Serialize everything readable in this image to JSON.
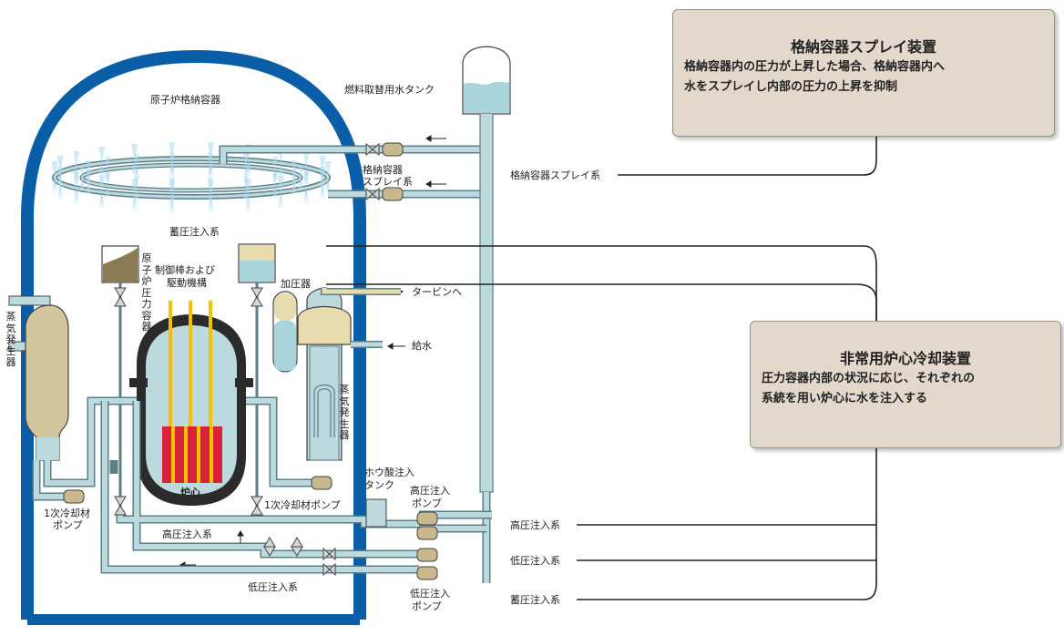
{
  "boxes": {
    "spray": {
      "title": "格納容器スプレイ装置",
      "line1": "格納容器内の圧力が上昇した場合、格納容器内へ",
      "line2": "水をスプレイし内部の圧力の上昇を抑制"
    },
    "eccs": {
      "title": "非常用炉心冷却装置",
      "line1": "圧力容器内部の状況に応じ、それぞれの",
      "line2": "系統を用い炉心に水を注入する"
    }
  },
  "labels": {
    "containment": "原子炉格納容器",
    "fuel_tank": "燃料取替用水タンク",
    "spray_line1": "格納容器",
    "spray_line2": "スプレイ系",
    "accumulator": "蓄圧注入系",
    "pressure_vessel": "原子炉圧力容器",
    "control_rod1": "制御棒および",
    "control_rod2": "駆動機構",
    "pressurizer": "加圧器",
    "to_turbine": "タービンへ",
    "feedwater": "給水",
    "sg_left": "蒸気発生器",
    "sg_right": "蒸気発生器",
    "core": "炉心",
    "rcp_left1": "1次冷却材",
    "rcp_left2": "ポンプ",
    "rcp_right": "1次冷却材ポンプ",
    "hp_inner": "高圧注入系",
    "lp_inner": "低圧注入系",
    "boric1": "ホウ酸注入",
    "boric2": "タンク",
    "hp_pump1": "高圧注入",
    "hp_pump2": "ポンプ",
    "lp_pump1": "低圧注入",
    "lp_pump2": "ポンプ"
  },
  "callouts": {
    "spray_system": "格納容器スプレイ系",
    "high_pressure": "高圧注入系",
    "low_pressure": "低圧注入系",
    "accumulator": "蓄圧注入系"
  },
  "colors": {
    "containment": "#0a5ea8",
    "pipe": "#bcd9de",
    "pipe_stroke": "#5b7f86",
    "water": "#a9d4dc",
    "steel": "#c9b88e",
    "core_rod": "#d7233a",
    "fuel_yellow": "#f2c200",
    "box_fill": "#e2d9cc"
  }
}
